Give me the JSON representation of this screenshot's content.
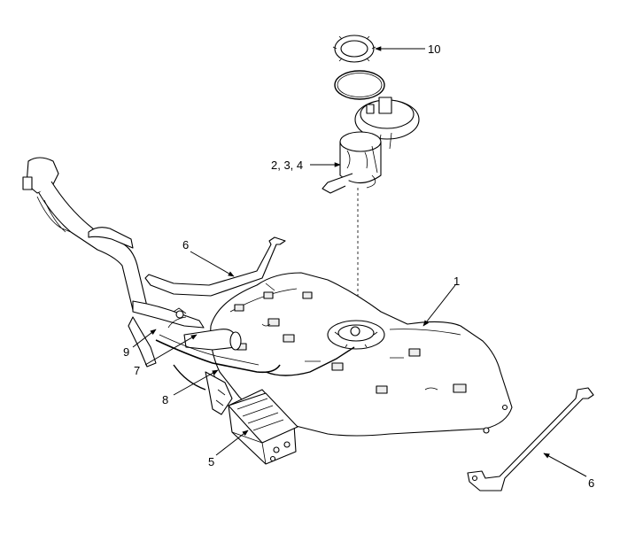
{
  "diagram": {
    "callouts": [
      {
        "id": "callout-1",
        "label": "1"
      },
      {
        "id": "callout-2-3-4",
        "label": "2, 3, 4"
      },
      {
        "id": "callout-5",
        "label": "5"
      },
      {
        "id": "callout-6-strap-upper",
        "label": "6"
      },
      {
        "id": "callout-6-strap-lower",
        "label": "6"
      },
      {
        "id": "callout-7",
        "label": "7"
      },
      {
        "id": "callout-8",
        "label": "8"
      },
      {
        "id": "callout-9",
        "label": "9"
      },
      {
        "id": "callout-10",
        "label": "10"
      }
    ]
  }
}
